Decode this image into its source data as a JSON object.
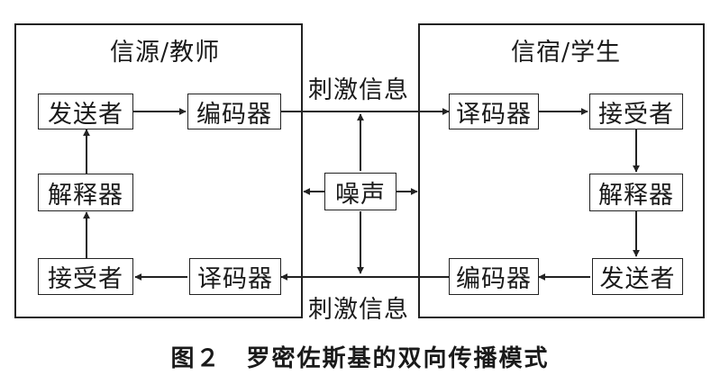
{
  "diagram": {
    "left_panel": {
      "title": "信源/教师",
      "sender": "发送者",
      "encoder": "编码器",
      "interpreter": "解释器",
      "receiver": "接受者",
      "decoder": "译码器"
    },
    "right_panel": {
      "title": "信宿/学生",
      "decoder": "译码器",
      "receiver": "接受者",
      "interpreter": "解释器",
      "encoder": "编码器",
      "sender": "发送者"
    },
    "noise": "噪声",
    "stimulus_top": "刺激信息",
    "stimulus_bottom": "刺激信息"
  },
  "caption": "图２　罗密佐斯基的双向传播模式"
}
